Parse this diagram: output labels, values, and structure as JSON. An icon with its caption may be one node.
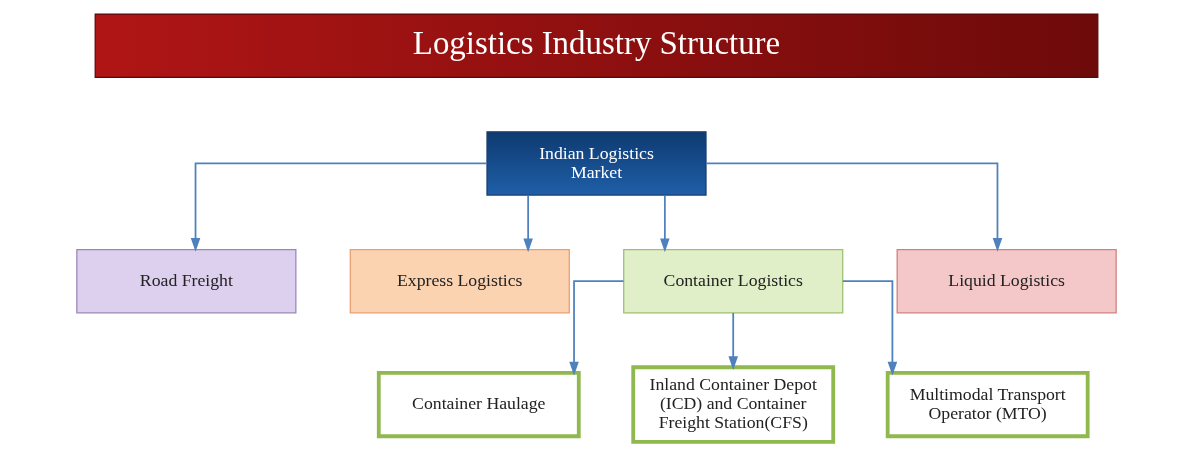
{
  "diagram": {
    "title": "Logistics Industry Structure",
    "nodes": [
      {
        "text": [
          "Indian Logistics Market"
        ]
      },
      {
        "text": [
          "Road Freight"
        ]
      },
      {
        "text": [
          "Express Logistics"
        ]
      },
      {
        "text": [
          "Container Logistics"
        ]
      },
      {
        "text": [
          "Liquid Logistics"
        ]
      },
      {
        "text": [
          "Container Haulage"
        ]
      },
      {
        "text": [
          "Inland Container Depot (ICD) and Container Freight Station(CFS)"
        ]
      },
      {
        "text": [
          "Multimodal Transport Operator (MTO)"
        ]
      }
    ],
    "edges": [
      {
        "from": 0,
        "to": 1,
        "arrow": "to"
      },
      {
        "from": 0,
        "to": 2,
        "arrow": "to"
      },
      {
        "from": 0,
        "to": 3,
        "arrow": "to"
      },
      {
        "from": 0,
        "to": 4,
        "arrow": "to"
      },
      {
        "from": 3,
        "to": 5,
        "arrow": "to"
      },
      {
        "from": 3,
        "to": 6,
        "arrow": "to"
      },
      {
        "from": 3,
        "to": 7,
        "arrow": "to"
      }
    ]
  }
}
